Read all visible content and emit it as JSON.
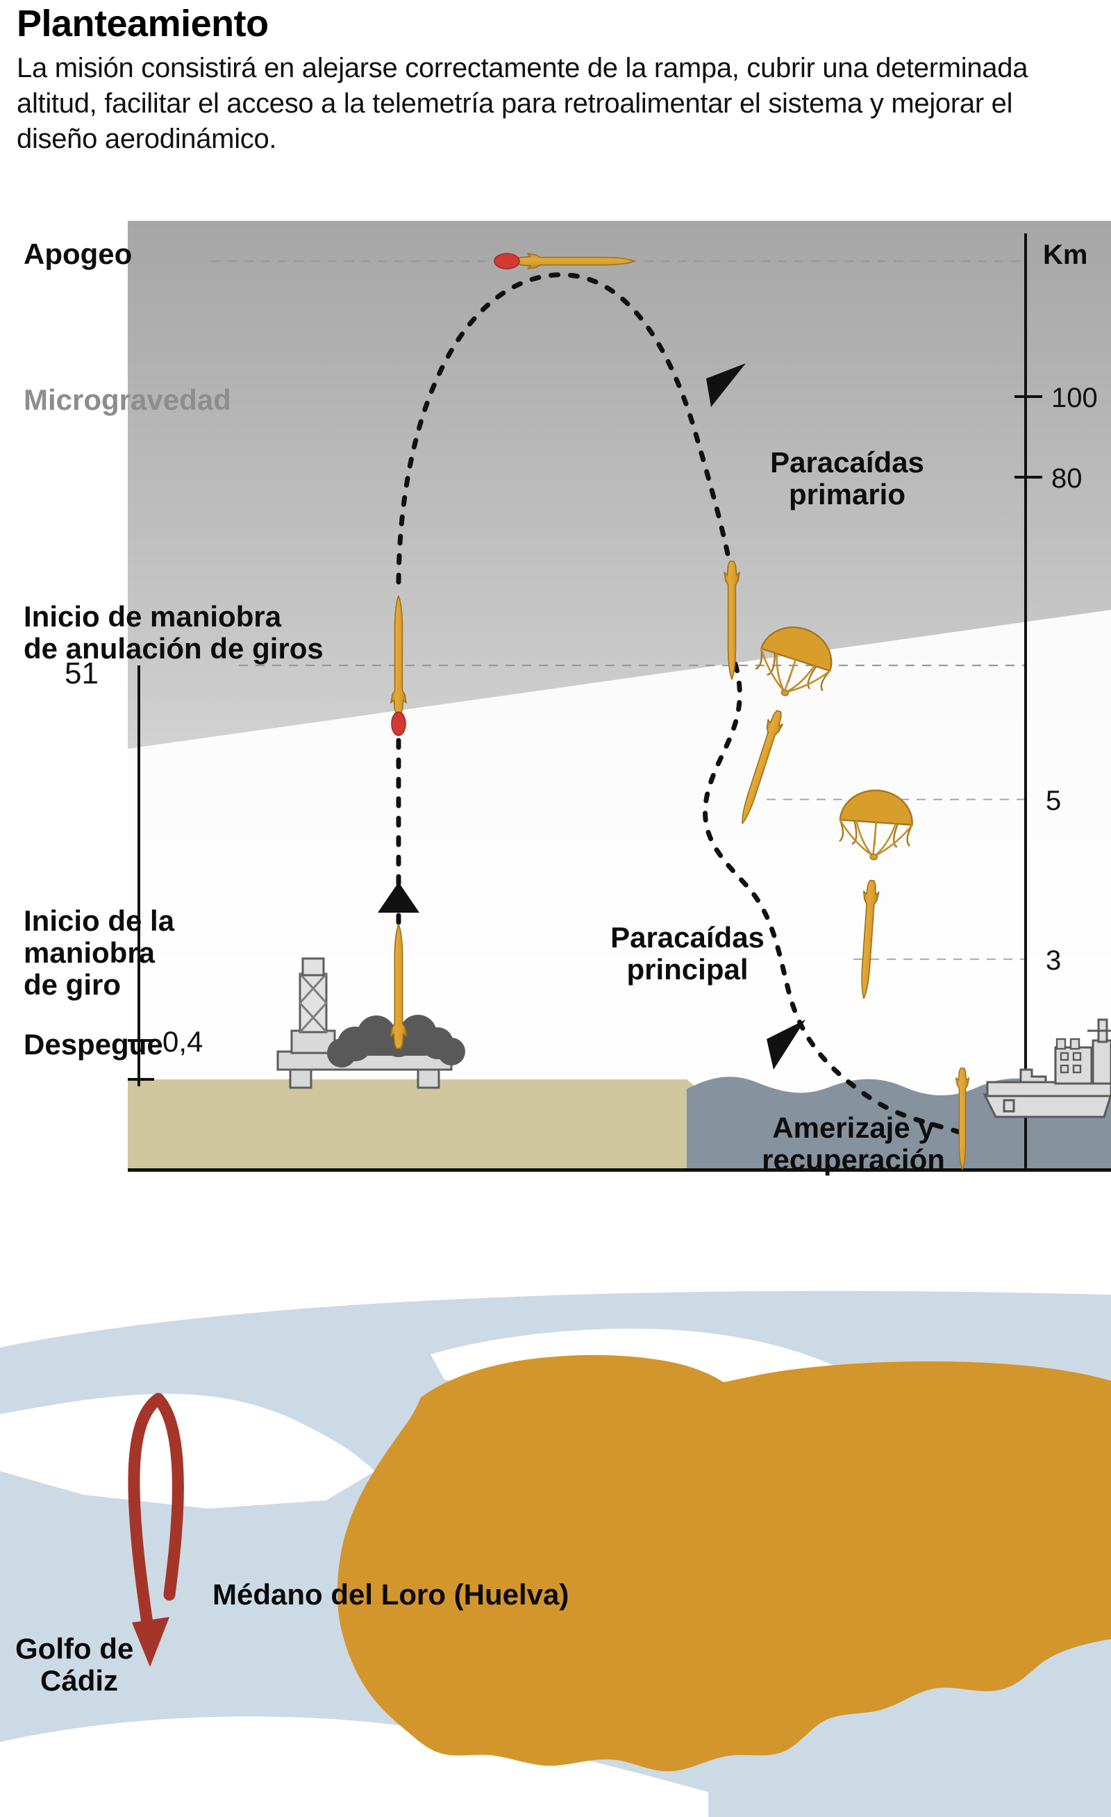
{
  "header": {
    "title": "Planteamiento",
    "subtitle": "La misión consistirá en alejarse correctamente de la rampa, cubrir una determinada altitud, facilitar el acceso a la telemetría para retroalimentar el sistema y mejorar el diseño aerodinámico."
  },
  "diagram": {
    "axis_unit": "Km",
    "right_ticks": [
      "100",
      "80",
      "5",
      "3"
    ],
    "left_ticks": [
      "51",
      "0,4"
    ],
    "labels": {
      "apogee": "Apogeo",
      "microgravity": "Microgravedad",
      "spin_cancel": "Inicio de maniobra\nde anulación de giros",
      "spin_cancel_line1": "Inicio de maniobra",
      "spin_cancel_line2": "de anulación de giros",
      "spin_start_line1": "Inicio de la",
      "spin_start_line2": "maniobra",
      "spin_start_line3": "de giro",
      "liftoff": "Despegue",
      "drogue_line1": "Paracaídas",
      "drogue_line2": "primario",
      "main_chute_line1": "Paracaídas",
      "main_chute_line2": "principal",
      "splashdown_line1": "Amerizaje y",
      "splashdown_line2": "recuperación"
    }
  },
  "map": {
    "labels": {
      "site_line1": "Médano del Loro (Huelva)",
      "gulf_line1": "Golfo de",
      "gulf_line2": "Cádiz"
    }
  },
  "colors": {
    "rocket_gold": "#d99d2b",
    "rocket_gold_stroke": "#a8761e",
    "capsule_red": "#cf3a32",
    "sand": "#d0c79e",
    "sea": "#87929f",
    "ship_body": "#dcdcdc",
    "ship_stroke": "#5a5a5a",
    "pad_gray": "#d2d2d2",
    "smoke": "#595959",
    "map_land": "#d3962c",
    "map_water": "#ccdae6",
    "map_arrow": "#a63529",
    "muted_text": "#8d8d8d",
    "ink": "#0d0d0d"
  },
  "chart_data": {
    "type": "diagram",
    "title": "Planteamiento",
    "ylabel": "Km",
    "axis_right_values": [
      100,
      80,
      5,
      3
    ],
    "axis_left_values": [
      51,
      0.4
    ],
    "stages": [
      {
        "name": "Despegue",
        "altitude_km": 0,
        "side": "left"
      },
      {
        "name": "Inicio de la maniobra de giro",
        "altitude_km": 0.4,
        "side": "left"
      },
      {
        "name": "Inicio de maniobra de anulación de giros",
        "altitude_km": 51,
        "side": "left"
      },
      {
        "name": "Microgravedad",
        "altitude_km": null,
        "side": "left"
      },
      {
        "name": "Apogeo",
        "altitude_km": null,
        "side": "left"
      },
      {
        "name": "Paracaídas primario",
        "altitude_km": 5,
        "side": "right"
      },
      {
        "name": "Paracaídas principal",
        "altitude_km": 3,
        "side": "right"
      },
      {
        "name": "Amerizaje y recuperación",
        "altitude_km": 0,
        "side": "right"
      }
    ]
  }
}
